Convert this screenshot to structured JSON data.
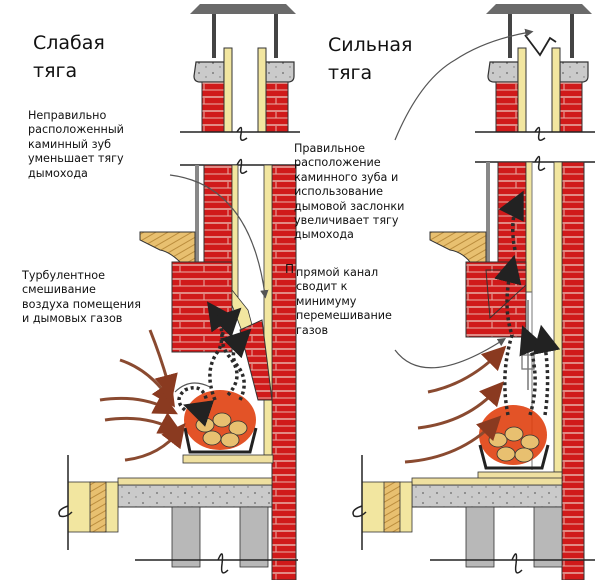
{
  "left_panel": {
    "title_line1": "Слабая",
    "title_line2": "тяга",
    "note_top": "Неправильно\nрасположенный\nкаминный зуб\nуменьшает тягу\nдымохода",
    "note_bottom": "Турбулентное\nсмешивание\nвоздуха помещения\nи дымовых газов"
  },
  "right_panel": {
    "title_line1": "Сильная",
    "title_line2": "тяга",
    "note_top": "Правильное\nрасположение\nкаминного зуба и\nиспользование\nдымовой заслонки\nувеличивает тягу\nдымохода",
    "note_bottom": "прямой канал\nсводит к\nминимуму\nперемешивание\nгазов",
    "marker": "П"
  },
  "colors": {
    "brick": "#d01a1a",
    "mortar": "#e8b0a8",
    "liner": "#f2e6a0",
    "concrete": "#c8c8c8",
    "cap": "#6a6a6a",
    "wood": "#e8c070",
    "fire": "#e04010",
    "airflow": "#8a4a30",
    "smoke": "#2a2a2a",
    "foundation": "#b8b8b8",
    "floor_wood": "#efe0a0"
  }
}
